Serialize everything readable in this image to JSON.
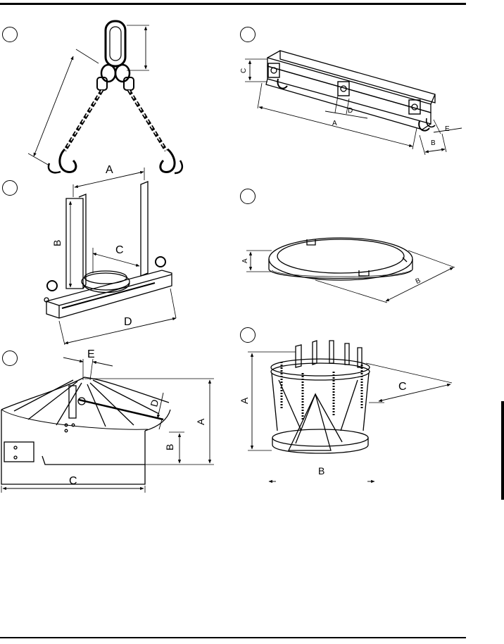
{
  "figures": [
    {
      "id": "chain-sling",
      "dimension_labels": []
    },
    {
      "id": "lifting-beam",
      "dimension_labels": {
        "a": "A",
        "b": "B",
        "c": "C",
        "d": "D",
        "e": "E"
      }
    },
    {
      "id": "fork-lift-attachment",
      "dimension_labels": {
        "a": "A",
        "b": "B",
        "c": "C",
        "d": "D"
      }
    },
    {
      "id": "ring",
      "dimension_labels": {
        "a": "A",
        "b": "B"
      }
    },
    {
      "id": "conical-weight",
      "dimension_labels": {
        "a": "A",
        "b": "B",
        "c": "C",
        "d": "D",
        "e": "E"
      }
    },
    {
      "id": "cage-frame",
      "dimension_labels": {
        "a": "A",
        "b": "B",
        "c": "C"
      }
    }
  ]
}
